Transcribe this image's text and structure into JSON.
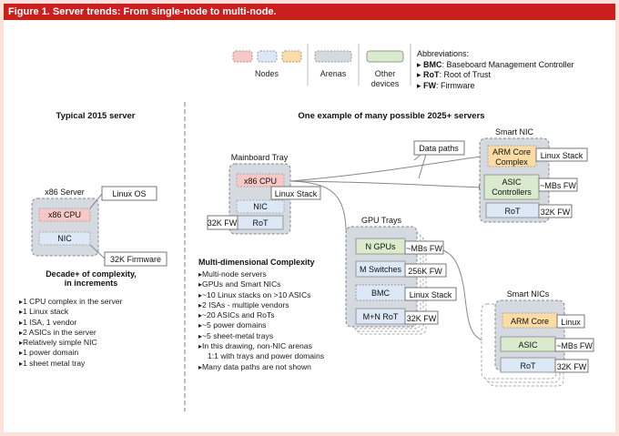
{
  "figure_title": "Figure 1. Server trends: From single-node to multi-node.",
  "legend": {
    "nodes_label": "Nodes",
    "arenas_label": "Arenas",
    "other_devices_label": "Other devices",
    "abbreviations_title": "Abbreviations:",
    "abbreviations": [
      {
        "term": "BMC",
        "definition": ": Baseboard Management Controller"
      },
      {
        "term": "RoT",
        "definition": ": Root of Trust"
      },
      {
        "term": "FW",
        "definition": ": Firmware"
      }
    ]
  },
  "left": {
    "heading": "Typical 2015 server",
    "server_title": "x86 Server",
    "cpu_label": "x86 CPU",
    "nic_label": "NIC",
    "callout_os": "Linux OS",
    "callout_fw": "32K Firmware",
    "complexity_heading_1": "Decade+ of complexity,",
    "complexity_heading_2": "in increments",
    "bullets": [
      "1 CPU complex in the server",
      "1 Linux stack",
      "1 ISA, 1 vendor",
      "2 ASICs in the server",
      "Relatively simple NIC",
      "1 power domain",
      "1 sheet metal tray"
    ]
  },
  "right": {
    "heading": "One example of many possible 2025+ servers",
    "data_paths_label": "Data paths",
    "mainboard": {
      "title": "Mainboard Tray",
      "cpu": "x86 CPU",
      "linux": "Linux Stack",
      "nic": "NIC",
      "rot": "RoT",
      "fw": "32K FW"
    },
    "smart_nic": {
      "title": "Smart NIC",
      "arm": "ARM Core Complex",
      "linux": "Linux Stack",
      "asic_1": "ASIC",
      "asic_2": "Controllers",
      "asic_fw": "~MBs FW",
      "rot": "RoT",
      "rot_fw": "32K FW"
    },
    "gpu_trays": {
      "title": "GPU Trays",
      "gpus": "N GPUs",
      "gpus_fw": "~MBs FW",
      "switches": "M Switches",
      "switches_fw": "256K FW",
      "bmc": "BMC",
      "bmc_linux": "Linux Stack",
      "rot": "M+N RoT",
      "rot_fw": "32K FW"
    },
    "smart_nics": {
      "title": "Smart NICs",
      "arm": "ARM Core",
      "linux": "Linux",
      "asic": "ASIC",
      "asic_fw": "~MBs FW",
      "rot": "RoT",
      "rot_fw": "32K FW"
    },
    "multi_heading": "Multi-dimensional Complexity",
    "bullets": [
      "Multi-node servers",
      "GPUs and Smart NICs",
      "~10 Linux stacks on >10 ASICs",
      "2 ISAs - multiple vendors",
      "~20 ASICs and RoTs",
      "~5 power domains",
      "~5 sheet-metal trays",
      "In this drawing, non-NIC arenas",
      "Many data paths are not shown"
    ],
    "bullet_continuation": "1:1 with trays and power domains"
  },
  "colors": {
    "title_bar": "#c9201f",
    "node_pink": "#f7c9c6",
    "node_blue": "#dce8f6",
    "node_yellow": "#fbdca6",
    "arena_gray": "#d5d9e0",
    "other_green": "#d9ebcc",
    "frame": "#fbe1d7"
  }
}
